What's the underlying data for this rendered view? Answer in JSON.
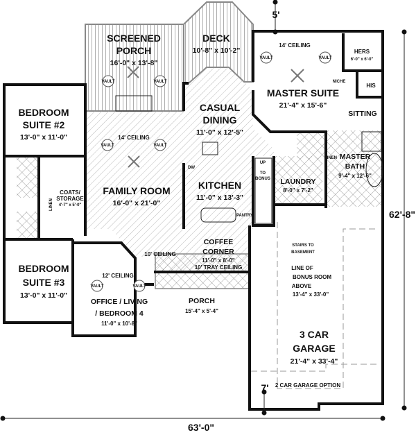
{
  "rooms": {
    "screened_porch": {
      "name_1": "SCREENED",
      "name_2": "PORCH",
      "size": "16'-0\" x 13'-8\""
    },
    "deck": {
      "name": "DECK",
      "size": "10'-8\" x 10'-2\""
    },
    "master_suite": {
      "name": "MASTER SUITE",
      "size": "21'-4\" x 15'-6\"",
      "ceiling": "14' CEILING"
    },
    "hers": {
      "name": "HERS",
      "size": "6'-0\" x 6'-0\""
    },
    "his": {
      "name": "HIS"
    },
    "niche": "NICHE",
    "sitting": "SITTING",
    "bedroom_2": {
      "name_1": "BEDROOM",
      "name_2": "SUITE #2",
      "size": "13'-0\" x 11'-0\""
    },
    "casual_dining": {
      "name_1": "CASUAL",
      "name_2": "DINING",
      "size": "11'-0\" x 12'-5\""
    },
    "family_room": {
      "name": "FAMILY ROOM",
      "size": "16'-0\" x 21'-0\"",
      "ceiling": "14' CEILING"
    },
    "coats": {
      "name_1": "COATS/",
      "name_2": "STORAGE",
      "size": "4'-7\" x 5'-0\""
    },
    "kitchen": {
      "name": "KITCHEN",
      "size": "11'-0\" x 13'-3\""
    },
    "stairs_up": {
      "up": "UP",
      "to_1": "TO",
      "to_2": "BONUS"
    },
    "laundry": {
      "name": "LAUNDRY",
      "size": "8'-0\" x 7'-2\""
    },
    "master_bath": {
      "name_1": "MASTER",
      "name_2": "BATH",
      "size": "9'-4\" x 12'-6\"",
      "linen": "LINEN"
    },
    "linen": "LINEN",
    "pantry": "PANTRY",
    "dw": "DW",
    "coffee_corner": {
      "name_1": "COFFEE",
      "name_2": "CORNER",
      "size": "11'-0\" x 8'-0\"",
      "ceiling": "10' TRAY CEILING"
    },
    "ten_ceiling": "10' CEILING",
    "bedroom_3": {
      "name_1": "BEDROOM",
      "name_2": "SUITE #3",
      "size": "13'-0\" x 11'-0\""
    },
    "office": {
      "name_1": "OFFICE / LIVING",
      "name_2": "/ BEDROOM 4",
      "size": "11'-0\" x 10'-8\"",
      "ceiling": "12' CEILING"
    },
    "porch": {
      "name": "PORCH",
      "size": "15'-4\" x 5'-4\""
    },
    "stairs_basement": {
      "line_1": "STAIRS TO",
      "line_2": "BASEMENT"
    },
    "bonus_line": {
      "line_1": "LINE OF",
      "line_2": "BONUS ROOM",
      "line_3": "ABOVE",
      "size": "13'-4\" x 33'-0\""
    },
    "garage": {
      "name_1": "3 CAR",
      "name_2": "GARAGE",
      "size": "21'-4\" x 33'-4\"",
      "option": "2 CAR GARAGE OPTION"
    }
  },
  "vault_label": "VAULT",
  "dimensions": {
    "width": "63'-0\"",
    "depth": "62'-8\"",
    "offset_top": "5'",
    "offset_garage": "7'"
  },
  "colors": {
    "wall": "#111111",
    "hatch": "#9a9a9a",
    "background": "#ffffff"
  }
}
